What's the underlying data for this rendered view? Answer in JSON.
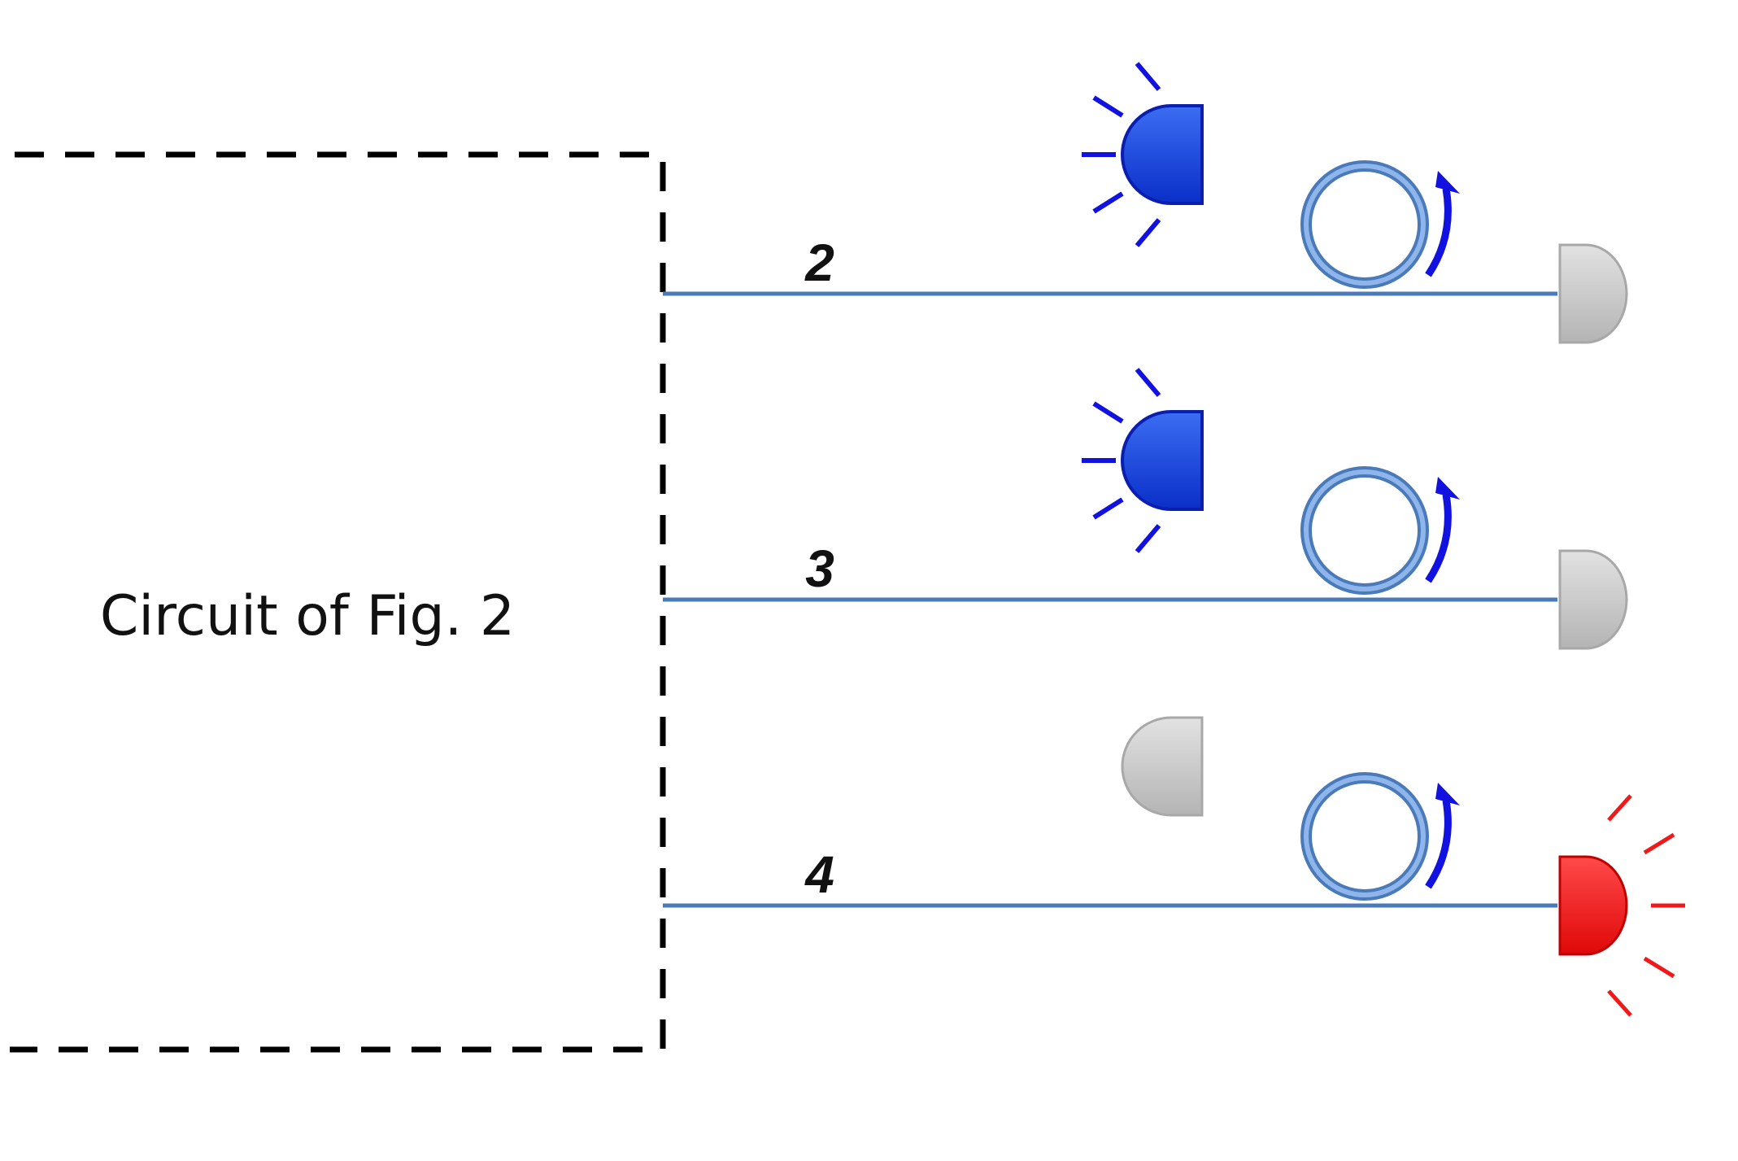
{
  "box": {
    "label": "Circuit of Fig. 2"
  },
  "ports": [
    {
      "label": "2",
      "detector_top": "active",
      "detector_bottom": "inactive"
    },
    {
      "label": "3",
      "detector_top": "active",
      "detector_bottom": "inactive"
    },
    {
      "label": "4",
      "detector_top": "inactive",
      "detector_bottom": "active"
    }
  ],
  "colors": {
    "waveguide": "#4a7ab8",
    "active_top": "#1a3fd6",
    "active_bottom": "#f01818",
    "inactive": "#c8c8c8",
    "ring": "#5b8fd6",
    "arrow": "#1212e0",
    "box_border": "#000000"
  },
  "icons": {
    "detector": "half-disc-detector-icon",
    "ring": "ring-resonator-icon",
    "arrow": "curved-arrow-icon",
    "rays": "emission-rays-icon"
  }
}
